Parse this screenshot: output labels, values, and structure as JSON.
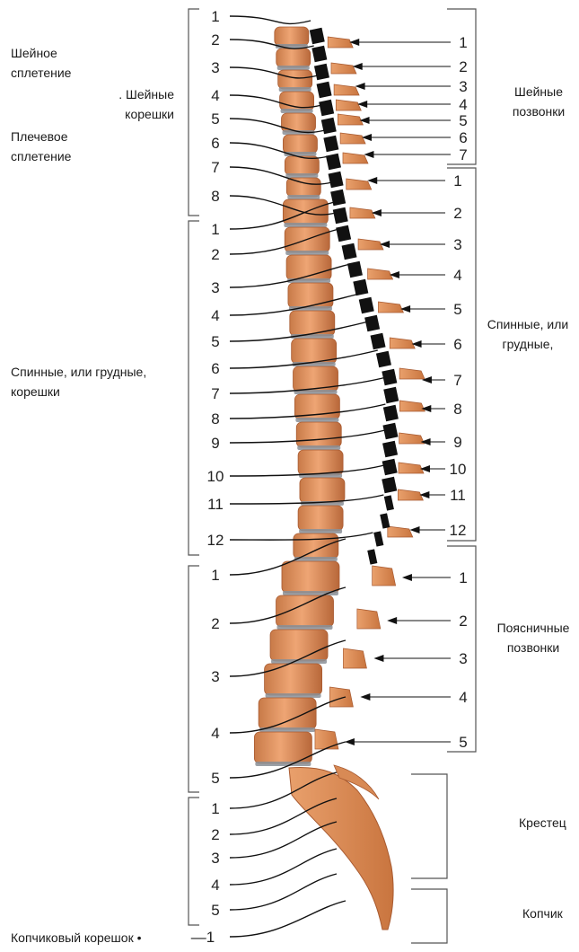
{
  "labels": {
    "cervical_plexus": "Шейное сплетение",
    "cervical_roots": ". Шейные корешки",
    "brachial_plexus": "Плечевое сплетение",
    "thoracic_roots": "Спинные, или грудные, корешки",
    "coccygeal_root": "Копчиковый корешок •",
    "cervical_vertebrae": "Шейные позвонки",
    "thoracic_vertebrae": "Спинные, или грудные,",
    "lumbar_vertebrae": "Поясничные позвонки",
    "sacrum": "Крестец",
    "coccyx": "Копчик"
  },
  "left_numbers": {
    "cervical": [
      "1",
      "2",
      "3",
      "4",
      "5",
      "6",
      "7",
      "8"
    ],
    "thoracic": [
      "1",
      "2",
      "3",
      "4",
      "5",
      "6",
      "7",
      "8",
      "9",
      "10",
      "11",
      "12"
    ],
    "lumbar": [
      "1",
      "2",
      "3",
      "4",
      "5"
    ],
    "sacral": [
      "1",
      "2",
      "3",
      "4",
      "5"
    ],
    "coccygeal": [
      "—1"
    ]
  },
  "right_numbers": {
    "cervical": [
      "1",
      "2",
      "3",
      "4",
      "5",
      "6",
      "7"
    ],
    "thoracic": [
      "1",
      "2",
      "3",
      "4",
      "5",
      "6",
      "7",
      "8",
      "9",
      "10",
      "11",
      "12"
    ],
    "lumbar": [
      "1",
      "2",
      "3",
      "4",
      "5"
    ]
  },
  "colors": {
    "vertebra": "#d98a55",
    "vertebra_dark": "#a85a30",
    "disc": "#8a8f96",
    "cord": "#111111"
  }
}
